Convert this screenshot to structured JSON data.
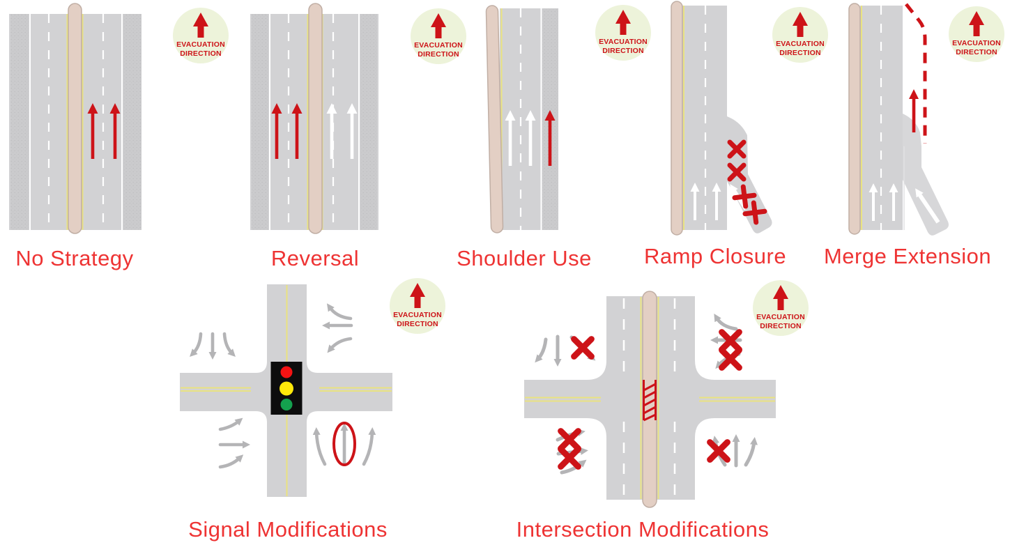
{
  "badge": {
    "line1": "EVACUATION",
    "line2": "DIRECTION"
  },
  "panels": [
    {
      "id": "no-strategy",
      "label": "No Strategy"
    },
    {
      "id": "reversal",
      "label": "Reversal"
    },
    {
      "id": "shoulder-use",
      "label": "Shoulder Use"
    },
    {
      "id": "ramp-closure",
      "label": "Ramp Closure"
    },
    {
      "id": "merge-extension",
      "label": "Merge Extension"
    },
    {
      "id": "signal-modifications",
      "label": "Signal Modifications"
    },
    {
      "id": "intersection-modifications",
      "label": "Intersection Modifications"
    }
  ],
  "colors": {
    "evacuation_red": "#cd1318",
    "label_red": "#ee3333",
    "road_gray": "#d2d2d4",
    "shoulder_gray": "#cbcbcd",
    "median_tan": "#e3cfc4",
    "lane_yellow": "#e9e381",
    "badge_background": "#edf3da",
    "movement_arrow_gray": "#b4b4b6",
    "signal_red": "#f51313",
    "signal_yellow": "#ffe90a",
    "signal_green": "#14a14e"
  }
}
